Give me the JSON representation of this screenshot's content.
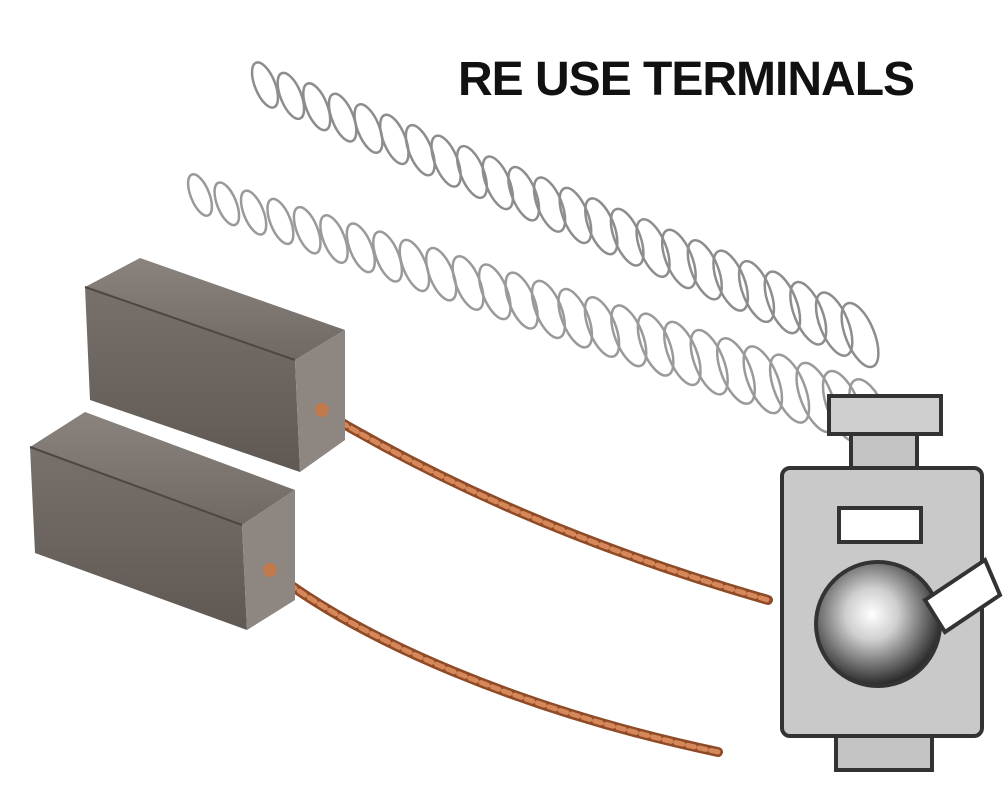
{
  "headline": "RE USE TERMINALS",
  "colors": {
    "background": "#ffffff",
    "headline": "#111111",
    "spring_wire": "#8d8d8d",
    "carbon_block_top": "#7d7570",
    "carbon_block_front": "#6a625e",
    "carbon_block_end": "#8e8681",
    "copper_lead": "#b5653b",
    "terminal_fill": "#c9c9c9",
    "terminal_outline": "#333333"
  },
  "items": {
    "springs": 2,
    "carbon_brushes": 2
  }
}
